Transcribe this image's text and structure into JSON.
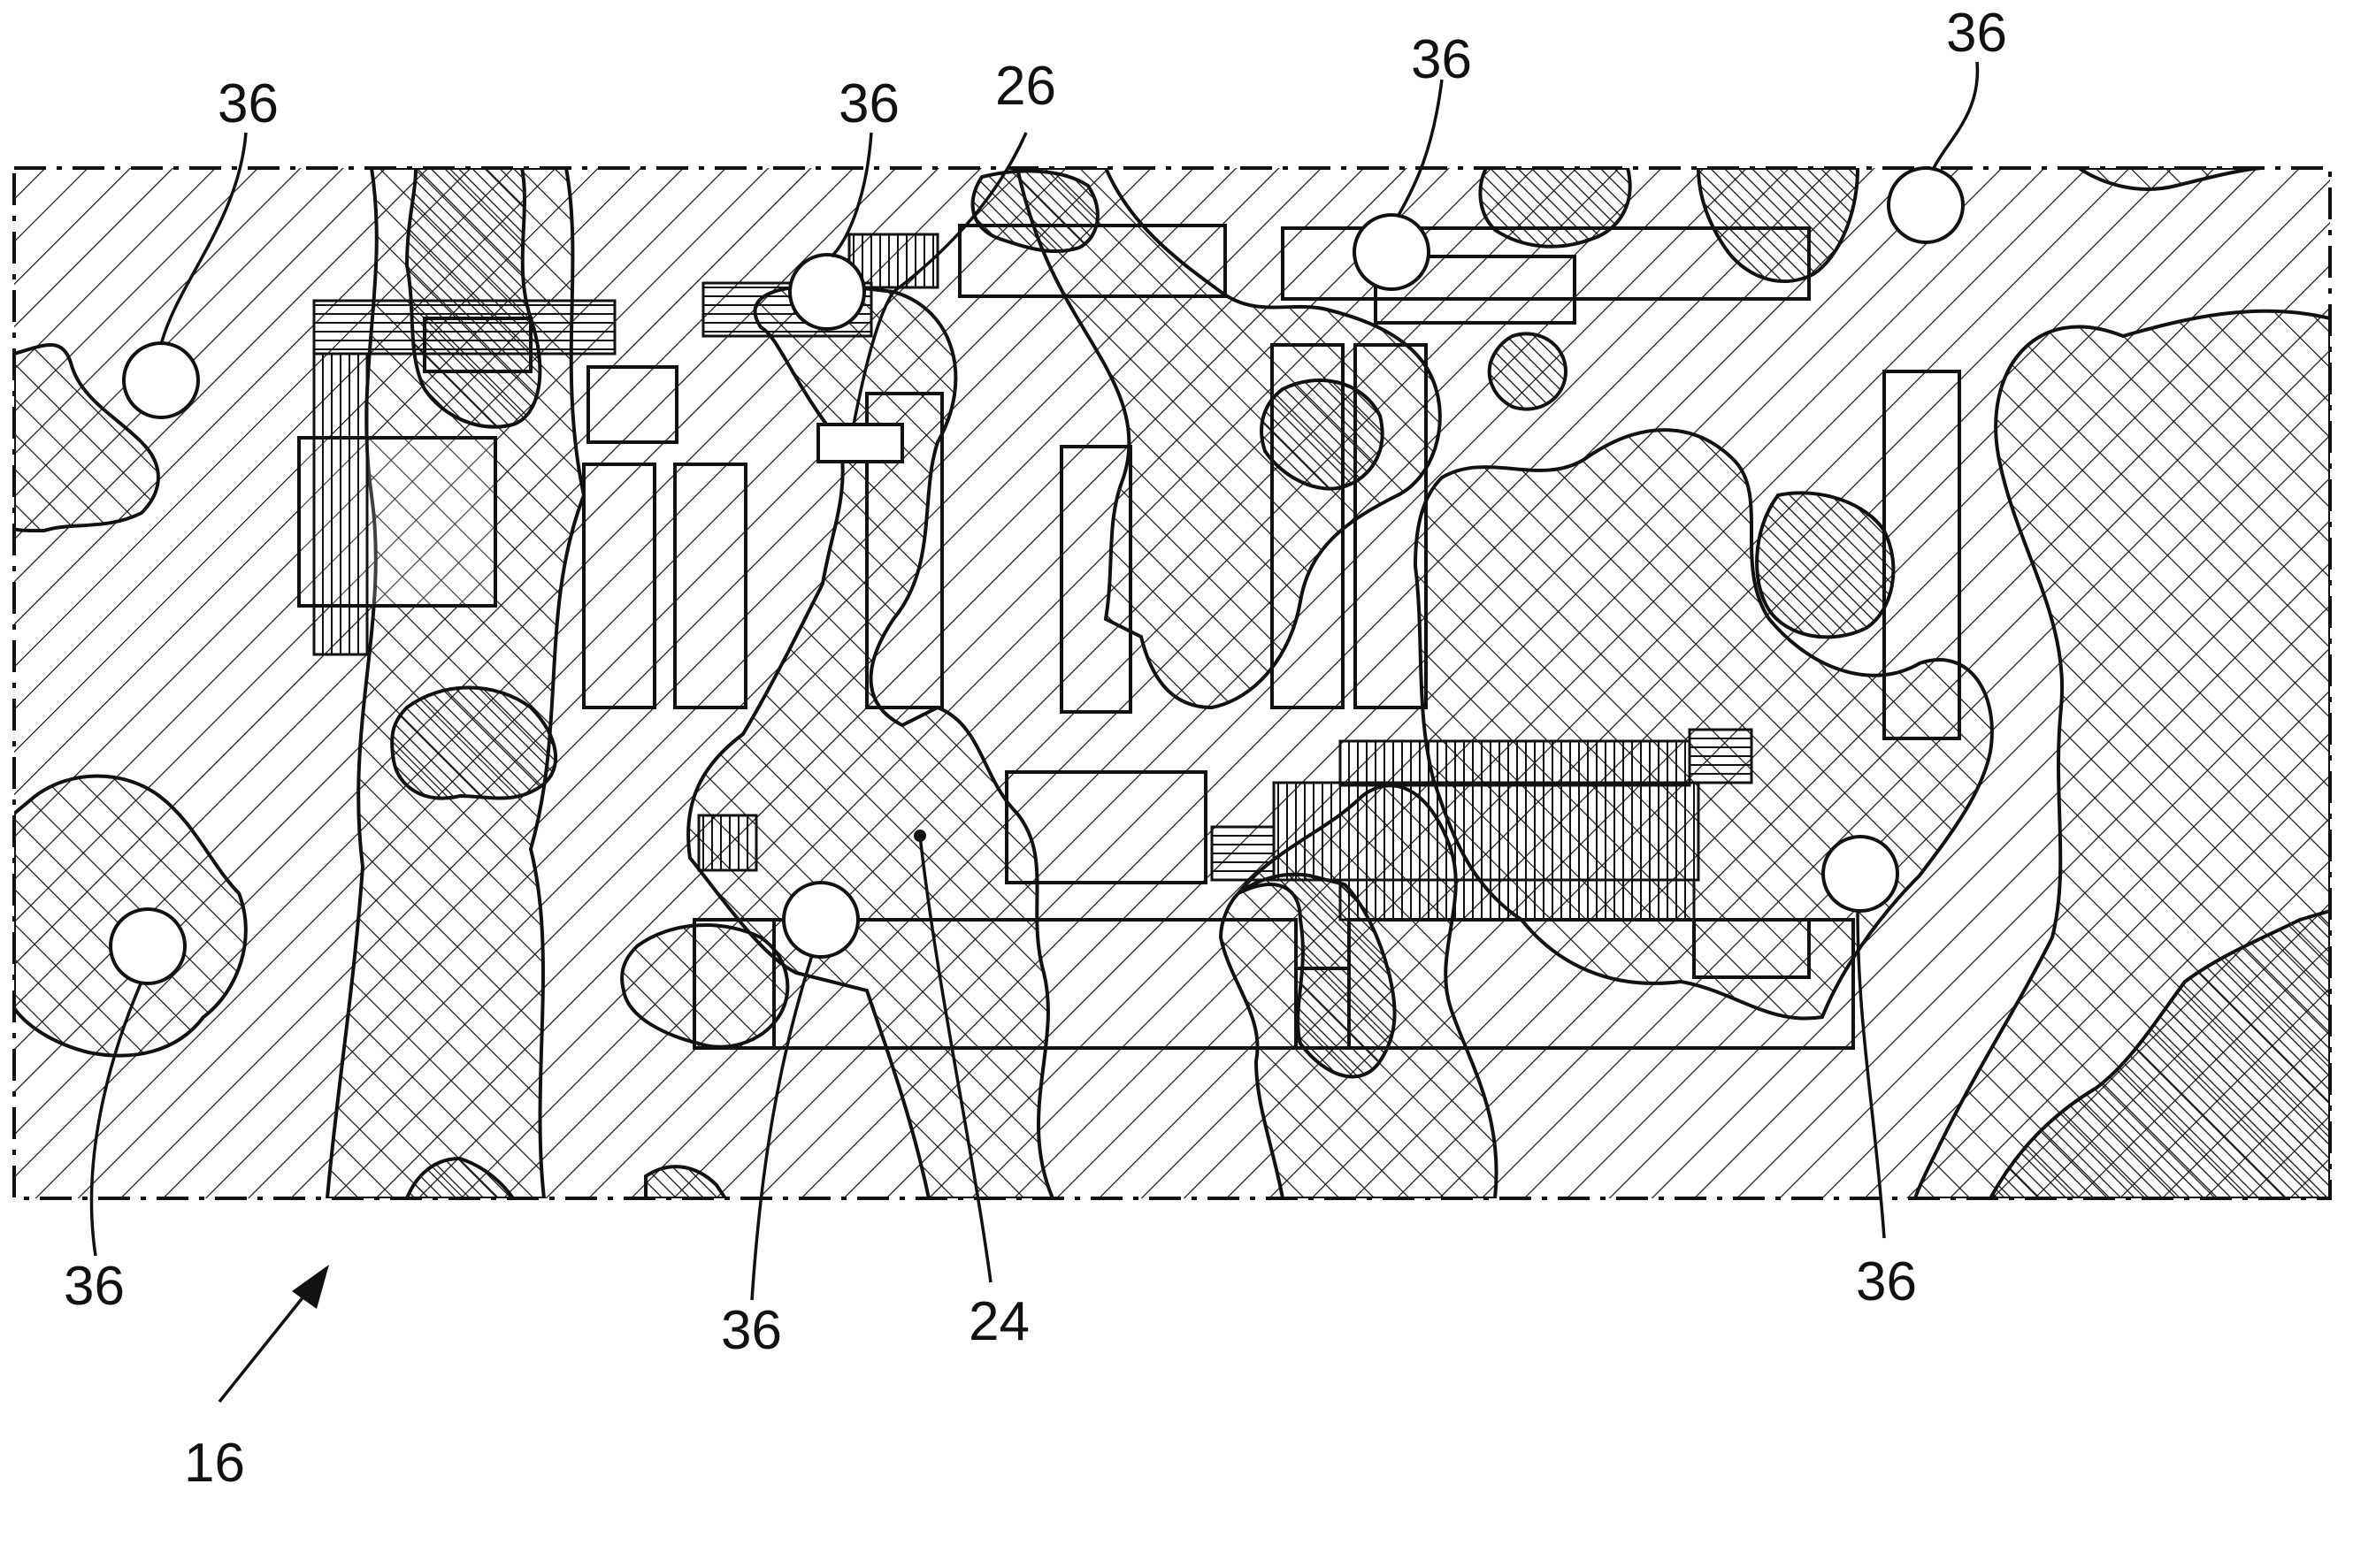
{
  "labels": {
    "element_36": "36",
    "element_26": "26",
    "element_24": "24",
    "element_16": "16"
  },
  "colors": {
    "ink": "#111111",
    "background": "#ffffff"
  }
}
